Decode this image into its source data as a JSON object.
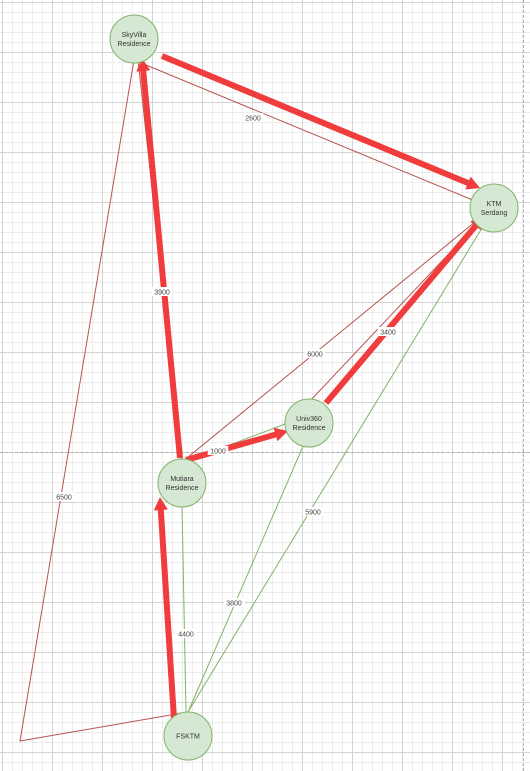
{
  "diagram": {
    "colors": {
      "node_fill": "#d5e8d4",
      "node_stroke": "#82b366",
      "edge_red": "#b85450",
      "edge_green": "#82b366",
      "route_arrow": "#f03c3c",
      "label_bg": "#ffffff"
    },
    "nodes": [
      {
        "id": "skyvilla",
        "lines": [
          "SkyVilla",
          "Residence"
        ]
      },
      {
        "id": "ktm",
        "lines": [
          "KTM",
          "Serdang"
        ]
      },
      {
        "id": "univ360",
        "lines": [
          "Univ360",
          "Residence"
        ]
      },
      {
        "id": "mutiara",
        "lines": [
          "Mutiara",
          "Residence"
        ]
      },
      {
        "id": "fsktm",
        "lines": [
          "FSKTM"
        ]
      }
    ],
    "edges": [
      {
        "id": "skyvilla-ktm",
        "label": "2600",
        "color": "red"
      },
      {
        "id": "skyvilla-mutiara",
        "label": "3900",
        "color": "red"
      },
      {
        "id": "mutiara-ktm",
        "label": "6000",
        "color": "red"
      },
      {
        "id": "univ360-ktm",
        "label": "3400",
        "color": "red"
      },
      {
        "id": "mutiara-univ360",
        "label": "1000",
        "color": "green"
      },
      {
        "id": "skyvilla-fsktm",
        "label": "6500",
        "color": "red"
      },
      {
        "id": "fsktm-mutiara",
        "label": "4400",
        "color": "green"
      },
      {
        "id": "fsktm-univ360",
        "label": "3800",
        "color": "green"
      },
      {
        "id": "fsktm-ktm",
        "label": "5900",
        "color": "green"
      }
    ],
    "route": [
      {
        "from": "fsktm",
        "to": "mutiara"
      },
      {
        "from": "mutiara",
        "to": "univ360"
      },
      {
        "from": "univ360",
        "to": "ktm"
      },
      {
        "from": "mutiara",
        "to": "skyvilla"
      },
      {
        "from": "skyvilla",
        "to": "ktm"
      }
    ]
  }
}
